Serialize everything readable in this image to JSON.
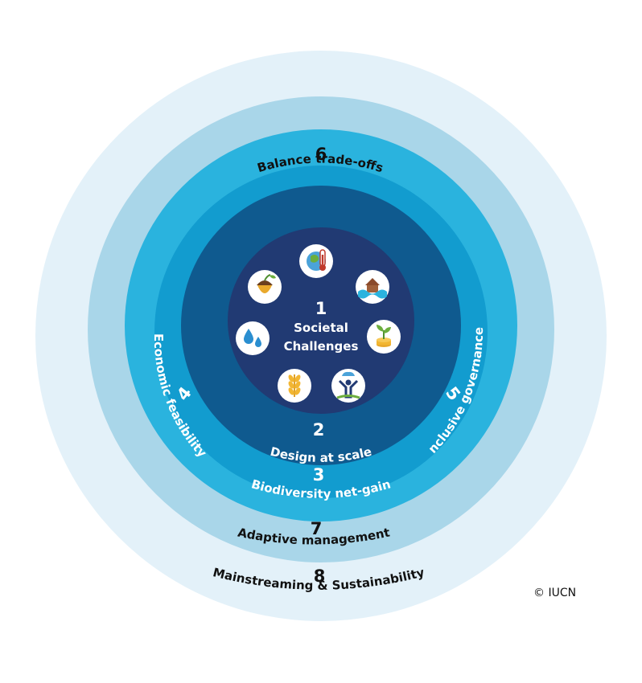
{
  "colors": {
    "ring8": "#e3f1f9",
    "ring7": "#a9d6e9",
    "ring6": "#2ab3de",
    "ring3": "#129ccf",
    "ring2": "#0f5a8f",
    "core": "#213a73",
    "icon_bg": "#ffffff",
    "text_dark": "#111111",
    "text_light": "#ffffff"
  },
  "core": {
    "number": "1",
    "line1": "Societal",
    "line2": "Challenges",
    "icons": [
      "globe-thermometer-icon",
      "flooded-house-icon",
      "plant-coins-icon",
      "person-rain-icon",
      "wheat-icon",
      "water-drops-icon",
      "acorn-icon"
    ]
  },
  "criteria": {
    "c2": {
      "number": "2",
      "label": "Design at scale"
    },
    "c3": {
      "number": "3",
      "label": "Biodiversity net-gain"
    },
    "c4": {
      "number": "4",
      "label": "Economic feasibility"
    },
    "c5": {
      "number": "5",
      "label": "Inclusive governance"
    },
    "c6": {
      "number": "6",
      "label": "Balance trade-offs"
    },
    "c7": {
      "number": "7",
      "label": "Adaptive management"
    },
    "c8": {
      "number": "8",
      "label": "Mainstreaming & Sustainability"
    }
  },
  "copyright": "© IUCN"
}
